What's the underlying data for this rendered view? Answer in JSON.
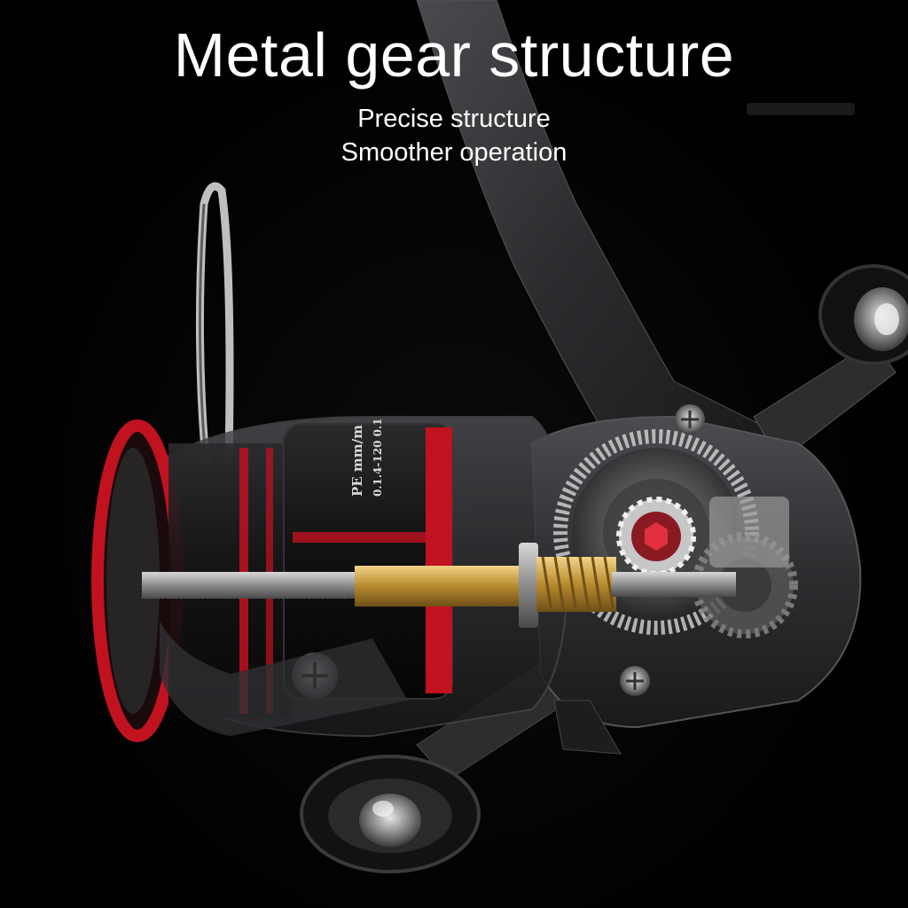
{
  "headline": {
    "title": "Metal gear structure",
    "line1": "Precise structure",
    "line2": "Smoother operation"
  },
  "spool_markings": {
    "line_type": "PE mm/m",
    "capacity": "0.1.4-120 0.1"
  },
  "colors": {
    "background": "#000000",
    "text": "#ffffff",
    "accent_red": "#c1121f",
    "brass": "#c9a24a",
    "body_gunmetal": "#3a3a3d"
  }
}
